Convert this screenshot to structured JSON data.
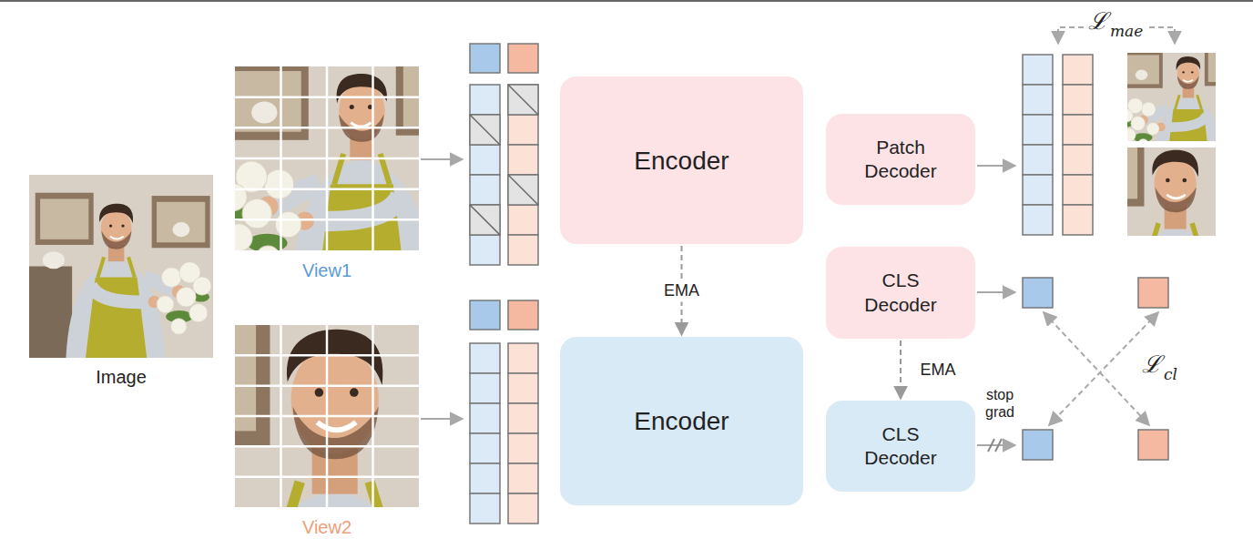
{
  "diagram": {
    "nodes": [
      {
        "text": [
          "Image"
        ]
      },
      {
        "text": [
          "View1"
        ]
      },
      {
        "text": [
          "View2"
        ]
      },
      {
        "text": [
          "Encoder"
        ]
      },
      {
        "text": [
          "Encoder"
        ]
      },
      {
        "text": [
          "Patch Decoder"
        ]
      },
      {
        "text": [
          "CLS Decoder"
        ]
      },
      {
        "text": [
          "CLS Decoder"
        ]
      }
    ],
    "edges": [
      {
        "from": 3,
        "to": 4,
        "label": "EMA",
        "arrow": "to"
      },
      {
        "from": 6,
        "to": 7,
        "label": "EMA",
        "arrow": "to"
      }
    ],
    "labels": [
      "stop grad",
      "ℒ",
      "mae",
      "ℒ",
      "cl"
    ]
  }
}
